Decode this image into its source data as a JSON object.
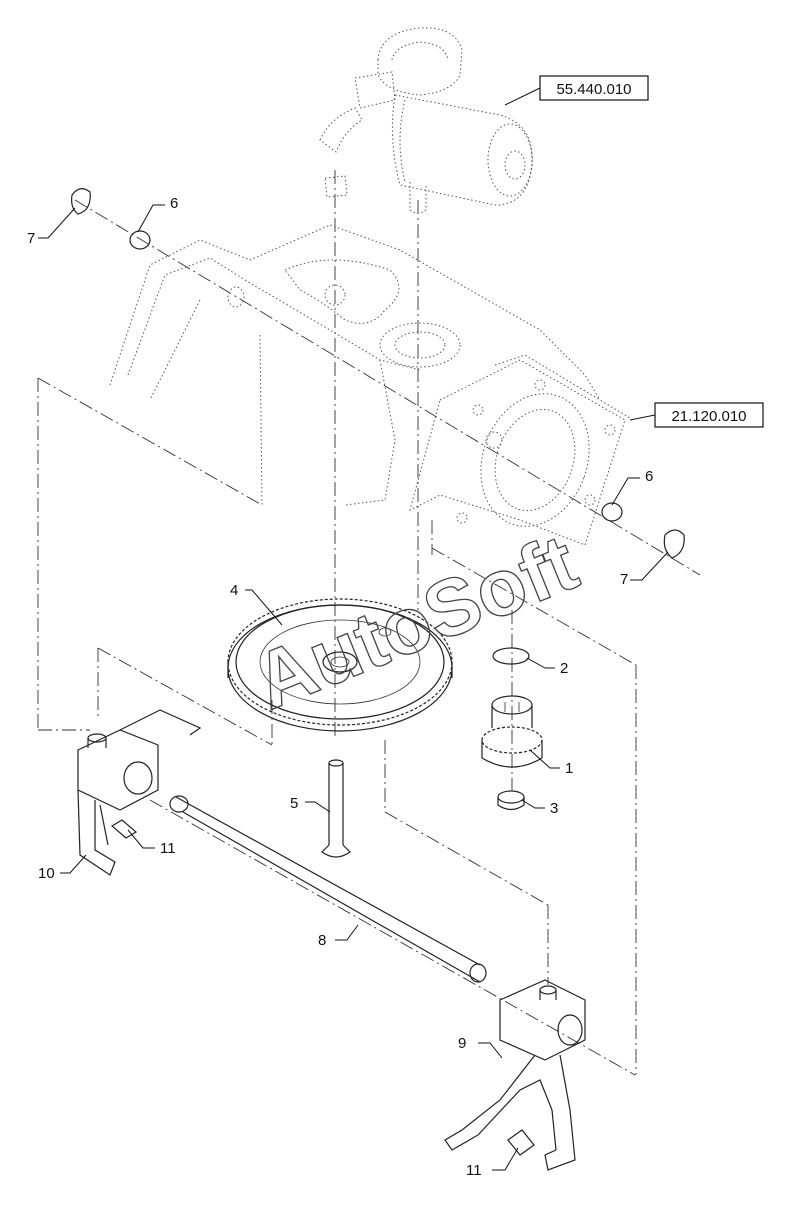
{
  "references": [
    {
      "id": "ref-motor",
      "text": "55.440.010"
    },
    {
      "id": "ref-housing",
      "text": "21.120.010"
    }
  ],
  "callouts": [
    {
      "id": "callout-1",
      "text": "1"
    },
    {
      "id": "callout-2",
      "text": "2"
    },
    {
      "id": "callout-3",
      "text": "3"
    },
    {
      "id": "callout-4",
      "text": "4"
    },
    {
      "id": "callout-5",
      "text": "5"
    },
    {
      "id": "callout-6a",
      "text": "6"
    },
    {
      "id": "callout-6b",
      "text": "6"
    },
    {
      "id": "callout-7a",
      "text": "7"
    },
    {
      "id": "callout-7b",
      "text": "7"
    },
    {
      "id": "callout-8",
      "text": "8"
    },
    {
      "id": "callout-9",
      "text": "9"
    },
    {
      "id": "callout-10",
      "text": "10"
    },
    {
      "id": "callout-11a",
      "text": "11"
    },
    {
      "id": "callout-11b",
      "text": "11"
    }
  ],
  "watermark": "AutoSoft"
}
